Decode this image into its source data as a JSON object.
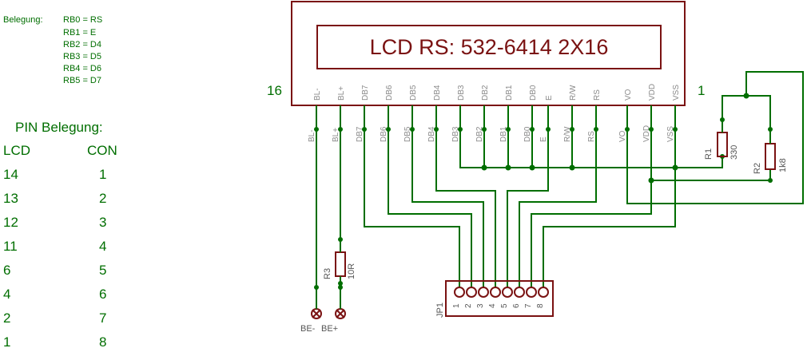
{
  "belegung": {
    "title": "Belegung:",
    "lines": [
      "RB0 = RS",
      "RB1 = E",
      "RB2 = D4",
      "RB3 = D5",
      "RB4 = D6",
      "RB5 = D7"
    ]
  },
  "pin_table": {
    "title": "PIN Belegung:",
    "col_lcd": "LCD",
    "col_con": "CON",
    "rows": [
      {
        "lcd": "14",
        "con": "1"
      },
      {
        "lcd": "13",
        "con": "2"
      },
      {
        "lcd": "12",
        "con": "3"
      },
      {
        "lcd": "11",
        "con": "4"
      },
      {
        "lcd": "6",
        "con": "5"
      },
      {
        "lcd": "4",
        "con": "6"
      },
      {
        "lcd": "2",
        "con": "7"
      },
      {
        "lcd": "1",
        "con": "8"
      }
    ]
  },
  "lcd": {
    "title": "LCD RS: 532-6414  2X16",
    "pin_left_num": "16",
    "pin_right_num": "1",
    "pins": [
      "BL-",
      "BL+",
      "DB7",
      "DB6",
      "DB5",
      "DB4",
      "DB3",
      "DB2",
      "DB1",
      "DB0",
      "E",
      "R/W",
      "RS",
      "VO",
      "VDD",
      "VSS"
    ]
  },
  "resistors": {
    "r1": {
      "name": "R1",
      "value": "330"
    },
    "r2": {
      "name": "R2",
      "value": "1k8"
    },
    "r3": {
      "name": "R3",
      "value": "10R"
    }
  },
  "connector": {
    "name": "JP1",
    "pins": [
      "1",
      "2",
      "3",
      "4",
      "5",
      "6",
      "7",
      "8"
    ]
  },
  "terminals": {
    "be_minus": "BE-",
    "be_plus": "BE+"
  },
  "colors": {
    "wire": "#006e00",
    "component": "#7a1212",
    "pin_label": "#8a8a8a"
  }
}
